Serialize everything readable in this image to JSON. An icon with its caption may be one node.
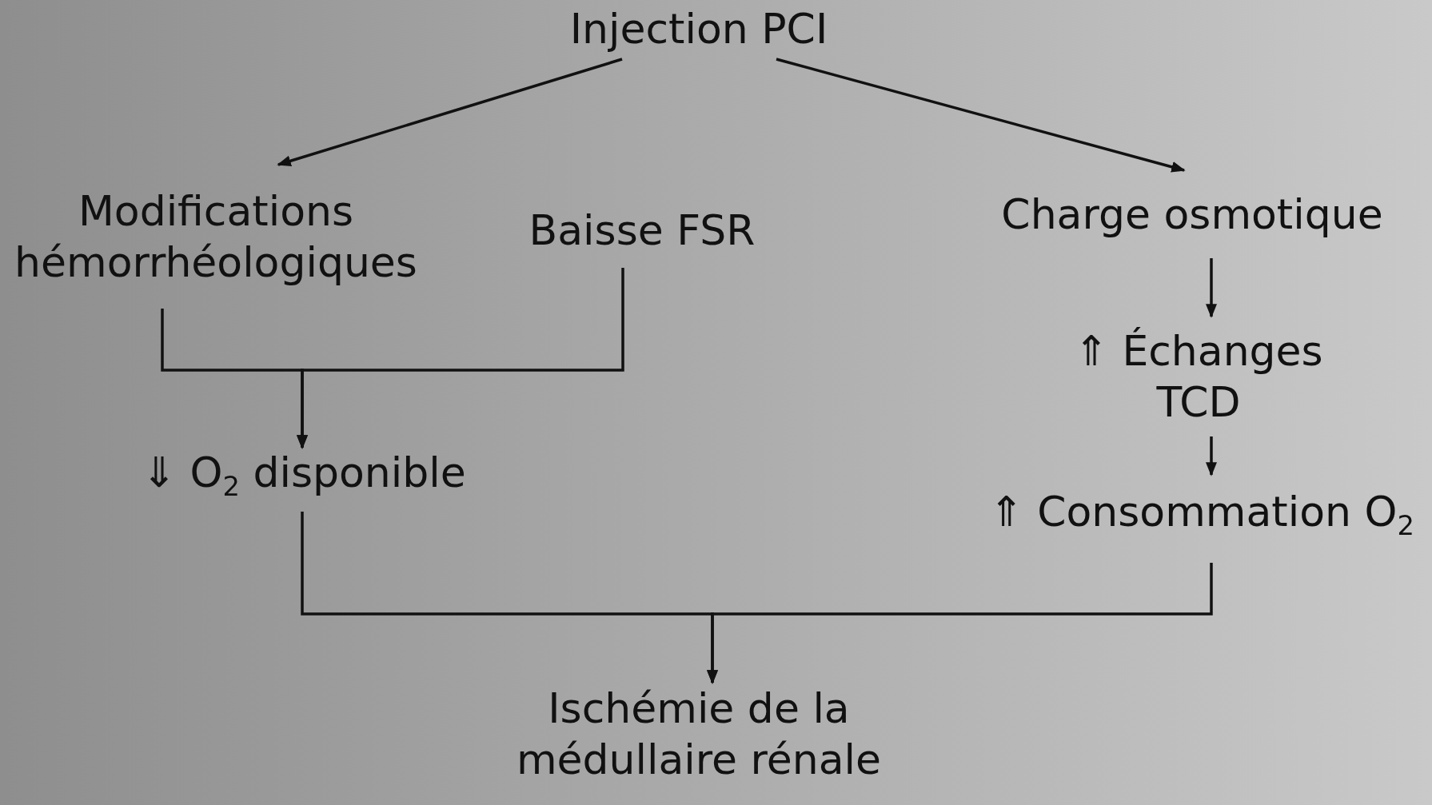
{
  "diagram": {
    "nodes": [
      {
        "text": [
          "Injection PCI"
        ]
      },
      {
        "text": [
          "Modifications hémorrhéologiques"
        ]
      },
      {
        "text": [
          "Baisse FSR"
        ]
      },
      {
        "text": [
          "Charge osmotique"
        ]
      },
      {
        "text": [
          "⇑ Échanges TCD"
        ]
      },
      {
        "text": [
          "⇓ O$_{2}$ disponible"
        ]
      },
      {
        "text": [
          "⇑ Consommation O$_{2}$"
        ]
      },
      {
        "text": [
          "Ischémie de la médullaire rénale"
        ]
      }
    ],
    "edges": [
      {
        "from": 0,
        "to": 1,
        "arrow": "to"
      },
      {
        "from": 0,
        "to": 3,
        "arrow": "to"
      },
      {
        "from": 1,
        "to": 5,
        "arrow": "to"
      },
      {
        "from": 2,
        "to": 5,
        "arrow": "to"
      },
      {
        "from": 3,
        "to": 4,
        "arrow": "to"
      },
      {
        "from": 4,
        "to": 6,
        "arrow": "to"
      },
      {
        "from": 5,
        "to": 7,
        "arrow": "to"
      },
      {
        "from": 6,
        "to": 7,
        "arrow": "to"
      }
    ]
  }
}
